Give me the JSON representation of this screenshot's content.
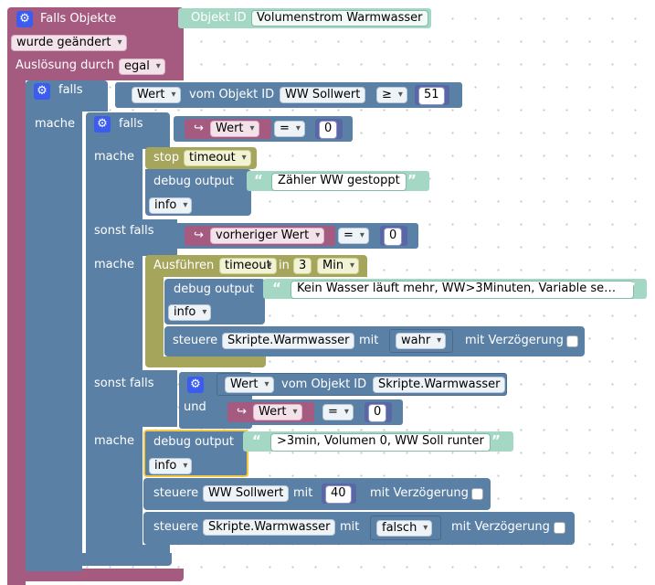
{
  "trigger": {
    "title": "Falls Objekte",
    "object_id_label": "Objekt ID",
    "object_id": "Volumenstrom Warmwasser",
    "change_mode": "wurde geändert",
    "trigger_label": "Auslösung durch",
    "trigger_value": "egal"
  },
  "outer_if": {
    "if_label": "falls",
    "do_label": "mache",
    "cond": {
      "value_dd": "Wert",
      "of_object_label": "vom Objekt ID",
      "object": "WW Sollwert",
      "op": "≥",
      "num": "51"
    }
  },
  "inner_if": {
    "if_label": "falls",
    "do_label": "mache",
    "elseif_label": "sonst falls",
    "cond1": {
      "arrow": "↪",
      "value_dd": "Wert",
      "op": "=",
      "num": "0"
    },
    "branch1": {
      "stop_label": "stop",
      "stop_dd": "timeout",
      "debug_label": "debug output",
      "debug_text": "Zähler WW gestoppt",
      "debug_level": "info"
    },
    "cond2": {
      "arrow": "↪",
      "value_dd": "vorheriger Wert",
      "op": "=",
      "num": "0"
    },
    "branch2": {
      "exec_label": "Ausführen",
      "exec_dd": "timeout",
      "in_label": "in",
      "in_num": "3",
      "unit_dd": "Min",
      "debug_label": "debug output",
      "debug_text": "Kein Wasser läuft mehr, WW>3Minuten, Variable se…",
      "debug_level": "info",
      "set_label": "steuere",
      "set_object": "Skripte.Warmwasser",
      "with_label": "mit",
      "with_value": "wahr",
      "delay_label": "mit Verzögerung"
    },
    "cond3": {
      "value_dd": "Wert",
      "of_object_label": "vom Objekt ID",
      "object": "Skripte.Warmwasser",
      "and_label": "und",
      "arrow": "↪",
      "value_dd2": "Wert",
      "op": "=",
      "num": "0"
    },
    "branch3": {
      "debug_label": "debug output",
      "debug_text": ">3min, Volumen 0, WW Soll runter",
      "debug_level": "info",
      "set1_label": "steuere",
      "set1_object": "WW Sollwert",
      "set1_with": "mit",
      "set1_num": "40",
      "set1_delay": "mit Verzögerung",
      "set2_label": "steuere",
      "set2_object": "Skripte.Warmwasser",
      "set2_with": "mit",
      "set2_value": "falsch",
      "set2_delay": "mit Verzögerung"
    }
  },
  "icons": {
    "gear": "gear-icon",
    "quote_open": "quote-open-icon",
    "quote_close": "quote-close-icon"
  },
  "colors": {
    "event": "#a55b80",
    "control": "#5b80a5",
    "timer": "#a5a55b",
    "text": "#a5d8c4",
    "math": "#5b67a5",
    "selected": "#f5c842"
  }
}
